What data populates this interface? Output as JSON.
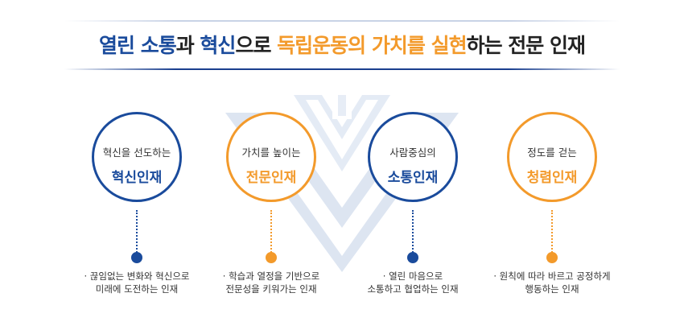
{
  "title": {
    "segments": [
      {
        "text": "열린 소통",
        "style": "blue"
      },
      {
        "text": "과 ",
        "style": "plain"
      },
      {
        "text": "혁신",
        "style": "blue"
      },
      {
        "text": "으로 ",
        "style": "plain"
      },
      {
        "text": "독립운동의 가치를 실현",
        "style": "orange"
      },
      {
        "text": "하는 전문 인재",
        "style": "plain"
      }
    ]
  },
  "colors": {
    "blue": "#1a4b9c",
    "orange": "#f39a2b",
    "emblem": "#dbe3f0"
  },
  "items": [
    {
      "sub": "혁신을  선도하는",
      "main": "혁신인재",
      "color": "blue",
      "desc": [
        "· 끊임없는 변화와 혁신으로",
        "미래에 도전하는 인재"
      ]
    },
    {
      "sub": "가치를  높이는",
      "main": "전문인재",
      "color": "orange",
      "desc": [
        "· 학습과 열정을 기반으로",
        "전문성을 키워가는 인재"
      ]
    },
    {
      "sub": "사람중심의",
      "main": "소통인재",
      "color": "blue",
      "desc": [
        "· 열린 마음으로",
        "소통하고 협업하는 인재"
      ]
    },
    {
      "sub": "정도를  걷는",
      "main": "청렴인재",
      "color": "orange",
      "desc": [
        "· 원칙에 따라 바르고 공정하게",
        "행동하는 인재"
      ]
    }
  ]
}
